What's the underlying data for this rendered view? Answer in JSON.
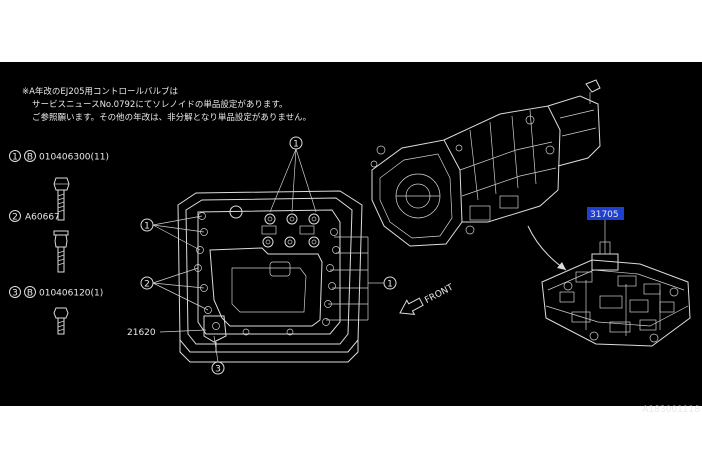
{
  "note": {
    "line1": "※A年改のEJ205用コントロールバルブは",
    "line2": "サービスニュースNo.0792にてソレノイドの単品設定があります。",
    "line3": "ご参照願います。その他の年改は、非分解となり単品設定がありません。"
  },
  "parts": [
    {
      "index": "1",
      "mark": "B",
      "code": "010406300(11)"
    },
    {
      "index": "2",
      "mark": "",
      "code": "A60667"
    },
    {
      "index": "3",
      "mark": "B",
      "code": "010406120(1)"
    }
  ],
  "callouts": {
    "c1": "1",
    "c2": "2",
    "c3": "3",
    "part_21620": "21620",
    "part_31705": "31705"
  },
  "direction_label": "FRONT",
  "drawing_id": "A183001118",
  "colors": {
    "background": "#000000",
    "line": "#dcdcdc",
    "highlight": "#1f3fd1",
    "page": "#ffffff"
  }
}
